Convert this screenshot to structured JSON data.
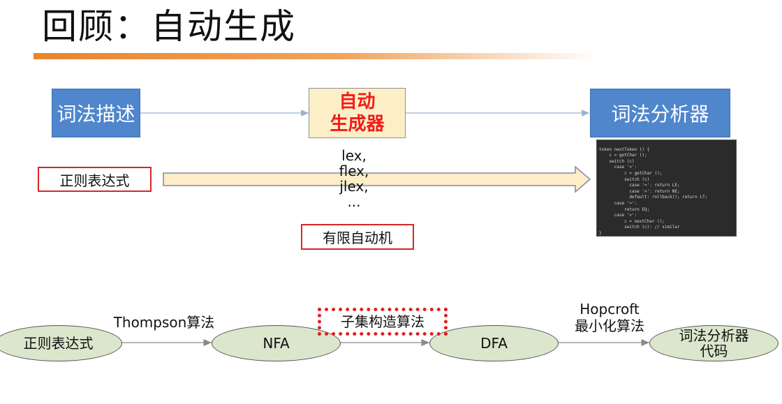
{
  "title": "回顾：自动生成",
  "top_flow": {
    "lexical_description": "词法描述",
    "generator_line1": "自动",
    "generator_line2": "生成器",
    "lexer": "词法分析器",
    "regex": "正则表达式",
    "tools": [
      "lex,",
      "flex,",
      "jlex,",
      "..."
    ],
    "finite_automaton": "有限自动机"
  },
  "code_lines": [
    "token nextToken () {",
    "    c = getChar ();",
    "    switch (c)",
    "      case '<':",
    "          c = getChar ();",
    "          switch (c)",
    "            case '=': return LE;",
    "            case '>': return NE;",
    "            default: rollback(); return LT;",
    "      case '=':",
    "          return EQ;",
    "      case '>':",
    "          c = nextChar ();",
    "          switch (c): // similar",
    "}"
  ],
  "bottom_flow": {
    "nodes": [
      "正则表达式",
      "NFA",
      "DFA",
      "词法分析器代码"
    ],
    "node4_line1": "词法分析器",
    "node4_line2": "代码",
    "edge1": "Thompson算法",
    "edge2": "子集构造算法",
    "edge3_line1": "Hopcroft",
    "edge3_line2": "最小化算法"
  },
  "colors": {
    "accent_orange": "#e8852c",
    "box_blue": "#4f86cc",
    "generator_fill": "#fcefc7",
    "generator_text": "#f21b1b",
    "red_border": "#d4262a",
    "ellipse_fill": "#dbe6cc"
  }
}
